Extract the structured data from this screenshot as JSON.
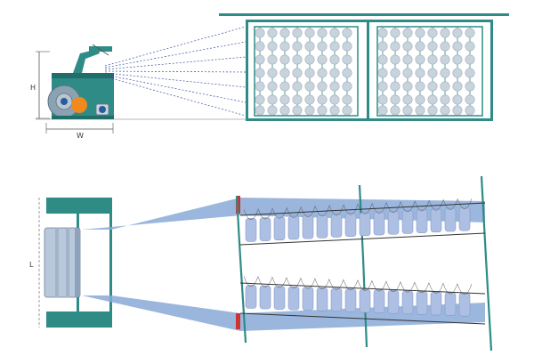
{
  "labels": {
    "height": "H",
    "width": "W",
    "length": "L"
  },
  "colors": {
    "frame": "#2e8b86",
    "frame_dark": "#1f6e6a",
    "beam": "#8aa2b2",
    "yarn_band": "#8aaad8",
    "bobbin": "#c9d3dc",
    "bobbin_shade": "#9fb0c0",
    "orange": "#f08a1e",
    "red_guide": "#cc3333",
    "line": "#555555"
  }
}
